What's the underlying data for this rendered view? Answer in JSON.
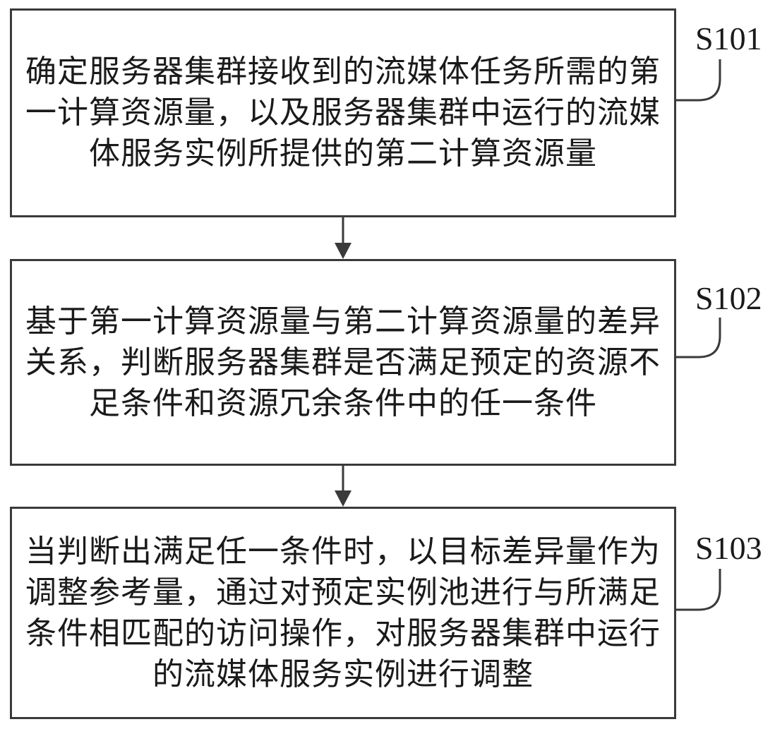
{
  "steps": [
    {
      "label": "S101",
      "text": "确定服务器集群接收到的流媒体任务所需的第一计算资源量，以及服务器集群中运行的流媒体服务实例所提供的第二计算资源量"
    },
    {
      "label": "S102",
      "text": "基于第一计算资源量与第二计算资源量的差异关系，判断服务器集群是否满足预定的资源不足条件和资源冗余条件中的任一条件"
    },
    {
      "label": "S103",
      "text": "当判断出满足任一条件时，以目标差异量作为调整参考量，通过对预定实例池进行与所满足条件相匹配的访问操作，对服务器集群中运行的流媒体服务实例进行调整"
    }
  ],
  "colors": {
    "line": "#3a3a3a",
    "text": "#1a1a1a",
    "background": "#ffffff"
  }
}
